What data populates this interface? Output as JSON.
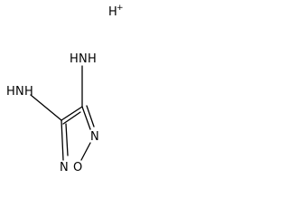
{
  "molecule": {
    "counter_ion": {
      "symbol": "H",
      "charge": "+"
    },
    "atoms": {
      "amine_top_n": "N",
      "amine_top_h": "H",
      "amine_top_h2": "H",
      "amine_left_n": "N",
      "amine_left_h": "H",
      "amine_left_h2": "H",
      "ring_n_right": "N",
      "ring_n_bottom": "N",
      "ring_o": "O"
    }
  }
}
